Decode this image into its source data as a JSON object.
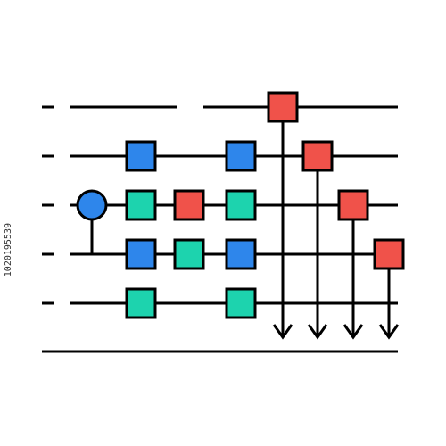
{
  "colors": {
    "stroke": "#000000",
    "blue": "#2E86EB",
    "teal": "#1DD3AE",
    "red": "#F0524A",
    "background": "#FFFFFF"
  },
  "wires": [
    {
      "id": "wire-1",
      "gates": []
    },
    {
      "id": "wire-2",
      "gates": [
        "blue",
        "blue"
      ]
    },
    {
      "id": "wire-3",
      "gates": [
        "teal",
        "red",
        "teal"
      ]
    },
    {
      "id": "wire-4",
      "gates": [
        "blue",
        "teal",
        "blue"
      ]
    },
    {
      "id": "wire-5",
      "gates": [
        "teal",
        "teal"
      ]
    }
  ],
  "control_node": {
    "color": "blue",
    "from_wire": 3,
    "to_wire": 4
  },
  "measurements": [
    {
      "wire": 1,
      "color": "red"
    },
    {
      "wire": 2,
      "color": "red"
    },
    {
      "wire": 3,
      "color": "red"
    },
    {
      "wire": 4,
      "color": "red"
    }
  ],
  "watermark": "1020195539"
}
